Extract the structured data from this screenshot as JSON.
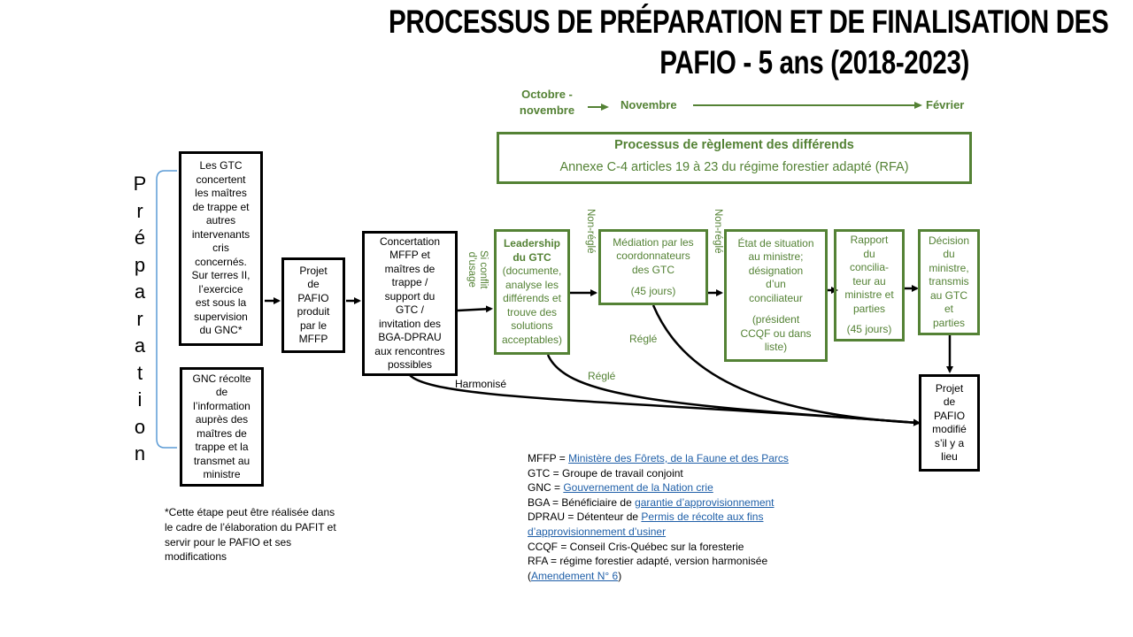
{
  "title": {
    "line1": "PROCESSUS DE PRÉPARATION ET DE FINALISATION DES",
    "line2": "PAFIO - 5 ans (2018-2023)"
  },
  "timeline": {
    "start_line1": "Octobre -",
    "start_line2": "novembre",
    "middle": "Novembre",
    "end": "Février"
  },
  "dispute_banner": {
    "title": "Processus de règlement des différends",
    "subtitle": "Annexe C-4 articles 19 à 23 du régime forestier adapté (RFA)"
  },
  "preparation_label": [
    "P",
    "r",
    "é",
    "p",
    "a",
    "r",
    "a",
    "t",
    "i",
    "o",
    "n"
  ],
  "boxes": {
    "gtc_concert": [
      "Les GTC",
      "concertent",
      "les maîtres",
      "de trappe et",
      "autres",
      "intervenants",
      "cris",
      "concernés.",
      "Sur terres II,",
      "l’exercice",
      "est sous la",
      "supervision",
      "du GNC*"
    ],
    "gnc_collect": [
      "GNC récolte",
      "de",
      "l’information",
      "auprès des",
      "maîtres de",
      "trappe et la",
      "transmet au",
      "ministre"
    ],
    "projet_pafio": [
      "Projet",
      "de",
      "PAFIO",
      "produit",
      "par le",
      "MFFP"
    ],
    "concertation": [
      "Concertation",
      "MFFP et",
      "maîtres de",
      "trappe /",
      "support du",
      "GTC /",
      "invitation des",
      "BGA-DPRAU",
      "aux rencontres",
      "possibles"
    ],
    "leadership_title": [
      "Leadership",
      "du GTC"
    ],
    "leadership_body": [
      "(documente,",
      "analyse les",
      "différends  et",
      "trouve des",
      "solutions",
      "acceptables)"
    ],
    "mediation": [
      "Médiation par les",
      "coordonnateurs",
      "des GTC"
    ],
    "mediation_days": "(45 jours)",
    "etat_situation": [
      "État de situation",
      "au ministre;",
      "désignation",
      "d’un",
      "conciliateur"
    ],
    "etat_president": [
      "(président",
      "CCQF ou dans",
      "liste)"
    ],
    "rapport": [
      "Rapport",
      "du",
      "concilia-",
      "teur au",
      "ministre et",
      "parties"
    ],
    "rapport_days": "(45 jours)",
    "decision": [
      "Décision",
      "du",
      "ministre,",
      "transmis",
      "au GTC",
      "et",
      "parties"
    ],
    "projet_modifie": [
      "Projet",
      "de",
      "PAFIO",
      "modifié",
      "s’il y a",
      "lieu"
    ]
  },
  "edge_labels": {
    "si_conflit_line1": "Si conflit",
    "si_conflit_line2": "d’usage",
    "non_regle_1": "Non-réglé",
    "non_regle_2": "Non-réglé",
    "harmonise": "Harmonisé",
    "regle_1": "Réglé",
    "regle_2": "Réglé"
  },
  "footnote": [
    "*Cette étape peut être réalisée dans",
    "le cadre de l’élaboration du PAFIT et",
    "servir pour le PAFIO et ses",
    "modifications"
  ],
  "legend": {
    "mffp_prefix": "MFFP = ",
    "mffp_link": "Ministère des Fôrets, de la Faune et des Parcs",
    "gtc": "GTC = Groupe de travail conjoint",
    "gnc_prefix": "GNC = ",
    "gnc_link": "Gouvernement de la Nation crie",
    "bga_prefix": "BGA = Bénéficiaire de ",
    "bga_link": "garantie d’approvisionnement",
    "dprau_prefix": "DPRAU = Détenteur de ",
    "dprau_link1": "Permis de récolte aux fins",
    "dprau_link2": "d’approvisionnement  d’usiner",
    "ccqf": "CCQF = Conseil  Cris-Québec  sur la foresterie",
    "rfa": "RFA = régime forestier adapté, version harmonisée",
    "amend_open": "(",
    "amend_link": "Amendement N° 6",
    "amend_close": ")"
  },
  "colors": {
    "green": "#548235",
    "black": "#000000",
    "link": "#1f5fa8",
    "bracket": "#5b9bd5"
  }
}
